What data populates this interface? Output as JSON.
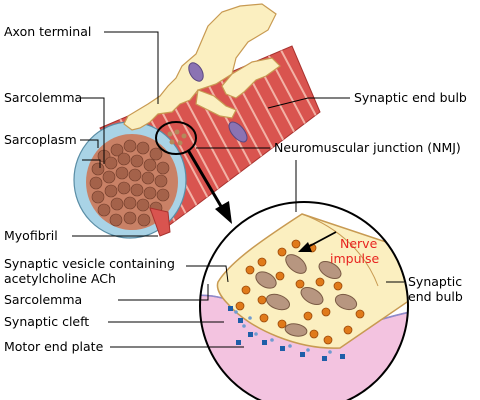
{
  "labels": {
    "axon_terminal": "Axon terminal",
    "sarcolemma_top": "Sarcolemma",
    "sarcoplasm": "Sarcoplasm",
    "myofibril": "Myofibril",
    "synaptic_end_bulb_top": "Synaptic end bulb",
    "nmj": "Neuromuscular junction (NMJ)",
    "vesicle_line1": "Synaptic vesicle containing",
    "vesicle_line2": "acetylcholine ACh",
    "sarcolemma_bottom": "Sarcolemma",
    "synaptic_cleft": "Synaptic cleft",
    "motor_end_plate": "Motor end plate",
    "nerve_line1": "Nerve",
    "nerve_line2": "impulse",
    "synaptic_line1": "Synaptic",
    "synaptic_line2": "end bulb"
  },
  "colors": {
    "muscle_red": "#d9544f",
    "muscle_stripe": "#f2b2a6",
    "axon_cream": "#fbefc0",
    "axon_outline": "#c89a52",
    "sarcolemma_blue": "#a9d3e6",
    "myofibril_brown": "#a4624a",
    "mitochondria": "#b79680",
    "vesicle_orange": "#e07a1a",
    "endplate_pink": "#f3c3e0",
    "receptor_blue": "#1e5ea8",
    "nerve_impulse_red": "#e8231f"
  }
}
